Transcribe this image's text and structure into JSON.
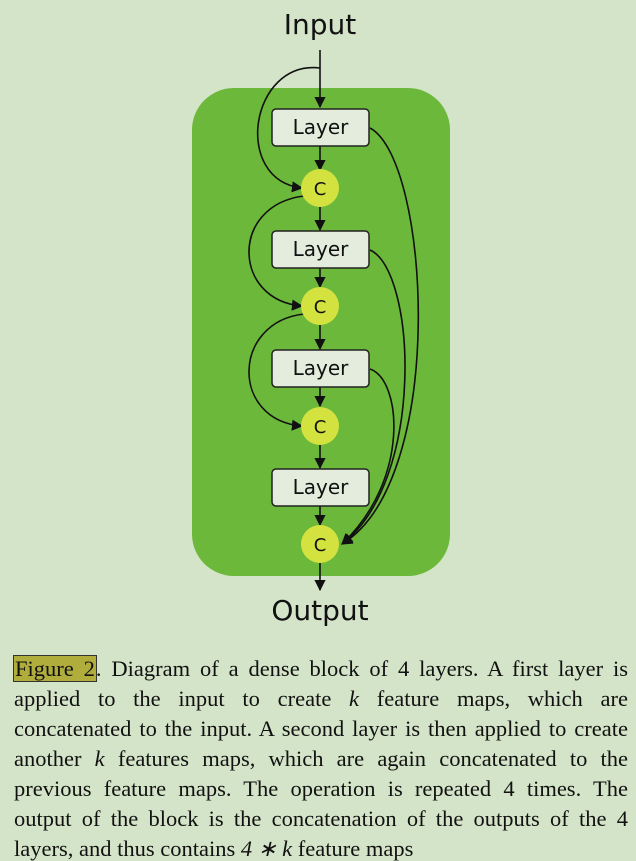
{
  "diagram": {
    "input_label": "Input",
    "output_label": "Output",
    "layer_label": "Layer",
    "concat_label": "C",
    "layer_count": 4,
    "colors": {
      "block_fill": "#6cb83a",
      "layer_box_fill": "#e4eddd",
      "concat_fill": "#d3e23e",
      "background": "#d4e4c8"
    }
  },
  "caption": {
    "figure_ref": "Figure 2",
    "text_1": ". Diagram of a dense block of 4 layers. A first layer is applied to the input to create ",
    "k1": "k",
    "text_2": " feature maps, which are concatenated to the input. A second layer is then applied to create another ",
    "k2": "k",
    "text_3": " features maps, which are again concatenated to the previous feature maps. The operation is repeated 4 times. The output of the block is the concatenation of the outputs of the 4 layers, and thus contains ",
    "formula": "4 ∗ k",
    "text_4": " feature maps"
  }
}
